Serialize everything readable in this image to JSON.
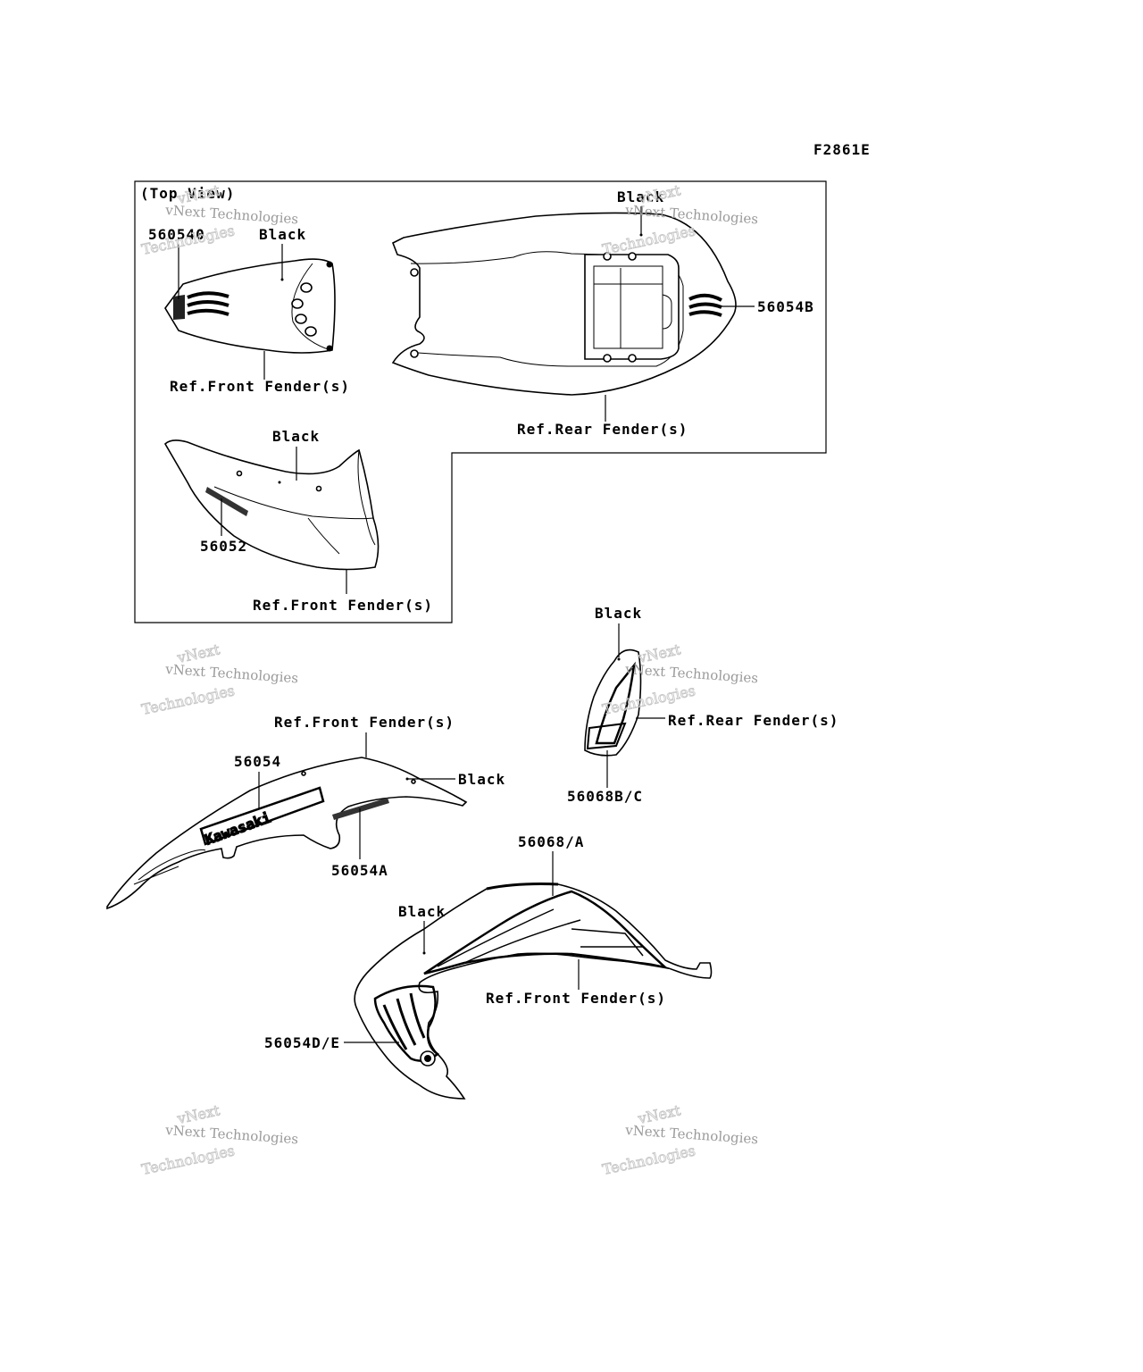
{
  "figure_code": "F2861E",
  "top_view_label": "(Top View)",
  "labels": {
    "p560540": "560540",
    "black_top_front": "Black",
    "ref_front_fender_top": "Ref.Front Fender(s)",
    "black_rear_top": "Black",
    "p56054B": "56054B",
    "ref_rear_fender_top": "Ref.Rear Fender(s)",
    "black_side_front": "Black",
    "p56052": "56052",
    "ref_front_fender_side": "Ref.Front Fender(s)",
    "ref_front_fender_mid": "Ref.Front Fender(s)",
    "p56054": "56054",
    "black_mid": "Black",
    "p56054A": "56054A",
    "black_rear_side": "Black",
    "ref_rear_fender_side": "Ref.Rear Fender(s)",
    "p56068BC": "56068B/C",
    "p56068A": "56068/A",
    "black_shroud": "Black",
    "ref_front_fender_shroud": "Ref.Front Fender(s)",
    "p56054DE": "56054D/E"
  },
  "decal_text": "Kawasaki",
  "watermark": {
    "brand": "vNext",
    "line1": "vNext Technologies",
    "line2": "Technologies"
  }
}
